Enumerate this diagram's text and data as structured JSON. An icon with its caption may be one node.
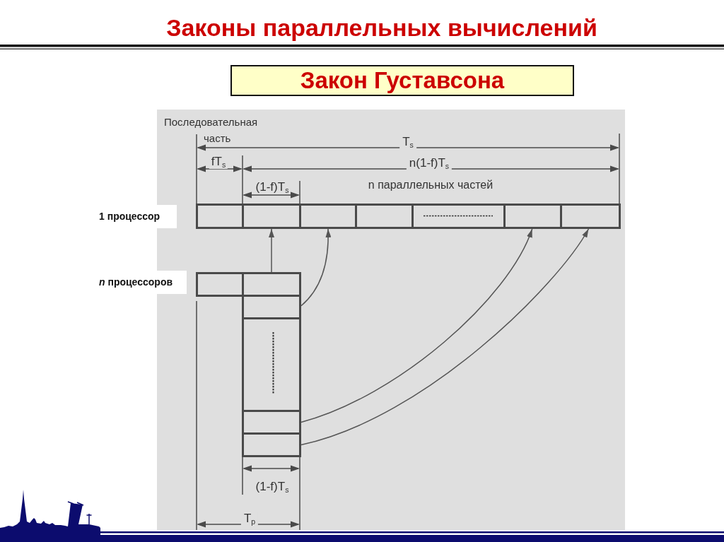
{
  "diagram": {
    "title": "Законы параллельных вычислений",
    "nodes": [
      {
        "text": [
          "Закон Густавсона"
        ]
      },
      {
        "text": [],
        "shape": "box"
      },
      {
        "text": [],
        "shape": "box"
      },
      {
        "text": [],
        "shape": "box"
      },
      {
        "text": [],
        "shape": "box"
      },
      {
        "text": [],
        "shape": "box"
      },
      {
        "text": [],
        "shape": "box"
      },
      {
        "text": [],
        "shape": "box"
      },
      {
        "text": [],
        "shape": "box"
      },
      {
        "text": [],
        "shape": "box"
      },
      {
        "text": [],
        "shape": "box"
      },
      {
        "text": [],
        "shape": "box"
      },
      {
        "text": [],
        "shape": "box"
      },
      {
        "text": [],
        "shape": "box"
      }
    ],
    "edges": [
      {
        "from": 9,
        "to": 2,
        "arrow": "to"
      },
      {
        "from": 10,
        "to": 3,
        "arrow": "to"
      },
      {
        "from": 12,
        "to": 6,
        "arrow": "to"
      },
      {
        "from": 13,
        "to": 7,
        "arrow": "to"
      }
    ],
    "labels": [
      "Последовательная часть",
      "T$_{s}$",
      "fT$_{s}$",
      "n(1-f)T$_{s}$",
      "(1-f)T$_{s}$",
      "n параллельных частей",
      "1 процессор",
      "*n* процессоров",
      "(1-f)T$_{s}$",
      "T$_{p}$"
    ]
  }
}
